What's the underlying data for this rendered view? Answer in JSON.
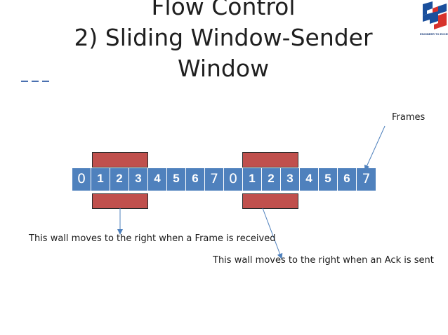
{
  "slide": {
    "title_lines": [
      "Flow Control",
      "2) Sliding Window-Sender",
      "Window"
    ],
    "logo_text": "ENGINEER TO EXCEL",
    "colors": {
      "frame_fill": "#4f81bd",
      "wall_fill": "#c0504d",
      "arrow": "#4f81bd",
      "logo_blue": "#1a4f9c",
      "logo_red": "#d7322c"
    },
    "frames": [
      {
        "num": "0",
        "bold": false
      },
      {
        "num": "1",
        "bold": true
      },
      {
        "num": "2",
        "bold": true
      },
      {
        "num": "3",
        "bold": true
      },
      {
        "num": "4",
        "bold": true
      },
      {
        "num": "5",
        "bold": true
      },
      {
        "num": "6",
        "bold": true
      },
      {
        "num": "7",
        "bold": false
      },
      {
        "num": "0",
        "bold": false
      },
      {
        "num": "1",
        "bold": true
      },
      {
        "num": "2",
        "bold": true
      },
      {
        "num": "3",
        "bold": true
      },
      {
        "num": "4",
        "bold": true
      },
      {
        "num": "5",
        "bold": true
      },
      {
        "num": "6",
        "bold": true
      },
      {
        "num": "7",
        "bold": false
      }
    ],
    "labels": {
      "frames": "Frames",
      "left_wall": "This wall moves to the right when a Frame is received",
      "right_wall": "This wall moves to the right when an Ack is sent"
    }
  }
}
